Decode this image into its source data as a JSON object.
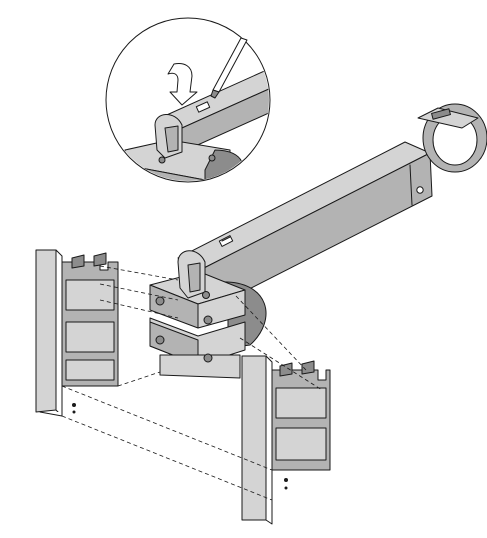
{
  "diagram": {
    "kind": "assembly-illustration",
    "colors": {
      "outline": "#1a1a1a",
      "light_fill": "#d4d4d4",
      "mid_fill": "#b3b3b3",
      "dark_fill": "#8c8c8c",
      "background": "#ffffff"
    },
    "parts": [
      "detail-magnifier",
      "rotation-arrow-icon",
      "screwdriver-icon",
      "support-arm",
      "ring-clamp",
      "mounting-bracket",
      "left-trunking-profile",
      "right-trunking-profile",
      "alignment-guides"
    ]
  }
}
